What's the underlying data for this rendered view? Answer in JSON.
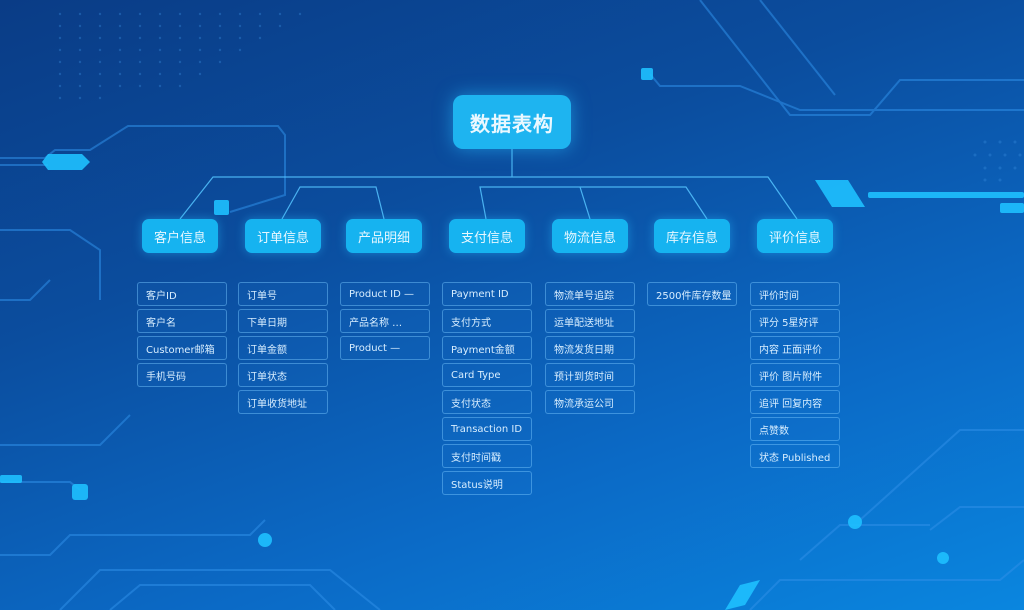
{
  "diagram": {
    "title": "数据表构",
    "colors": {
      "node_fill": "#16b3f0",
      "root_fill": "#1eb4f0",
      "line": "#4cb8f5",
      "background": "#0b4d9e"
    },
    "categories": [
      {
        "label": "客户信息",
        "items": [
          "客户ID",
          "客户名",
          "Customer邮箱",
          "手机号码"
        ]
      },
      {
        "label": "订单信息",
        "items": [
          "订单号",
          "下单日期",
          "订单金额",
          "订单状态",
          "订单收货地址"
        ]
      },
      {
        "label": "产品明细",
        "items": [
          "Product ID —",
          "产品名称 …",
          "Product —"
        ]
      },
      {
        "label": "支付信息",
        "items": [
          "Payment ID",
          "支付方式",
          "Payment金额",
          "Card Type",
          "支付状态",
          "Transaction ID",
          "支付时间戳",
          "Status说明"
        ]
      },
      {
        "label": "物流信息",
        "items": [
          "物流单号追踪",
          "运单配送地址",
          "物流发货日期",
          "预计到货时间",
          "物流承运公司"
        ]
      },
      {
        "label": "库存信息",
        "items": [
          "2500件库存数量"
        ]
      },
      {
        "label": "评价信息",
        "items": [
          "评价时间",
          "评分 5星好评",
          "内容 正面评价",
          "评价 图片附件",
          "追评 回复内容",
          "点赞数",
          "状态 Published"
        ]
      }
    ]
  }
}
